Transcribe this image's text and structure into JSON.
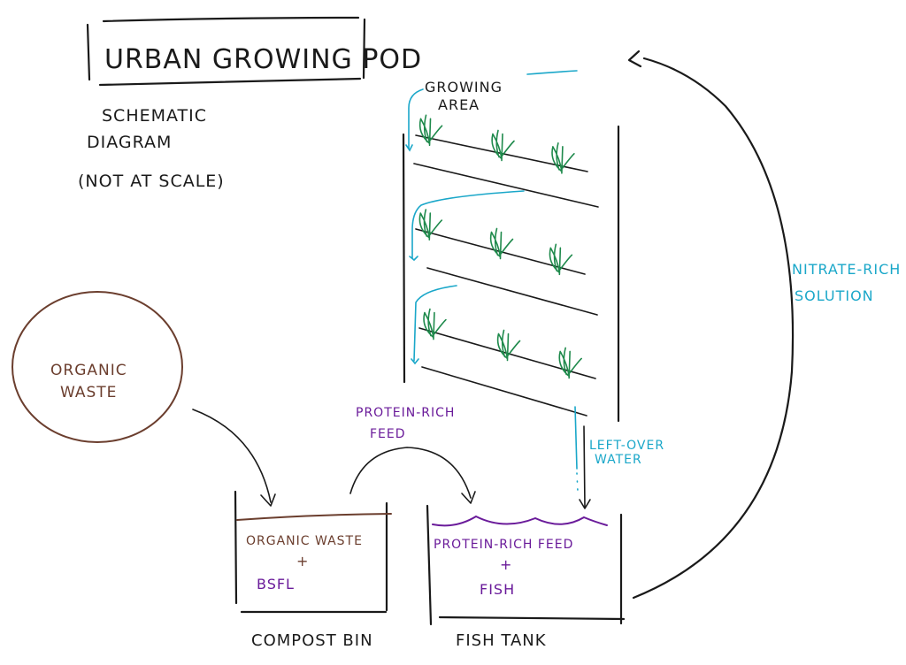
{
  "title": "URBAN GROWING POD",
  "subtitle": {
    "line1": "SCHEMATIC",
    "line2": "DIAGRAM",
    "line3": "(NOT AT SCALE)"
  },
  "colors": {
    "ink": "#1a1a1a",
    "organic": "#6b3e2e",
    "feed": "#6a1b9a",
    "water": "#1aa7c9",
    "plants": "#1f8a4c"
  },
  "growing_area": {
    "label_line1": "GROWING",
    "label_line2": "AREA",
    "tiers": 3,
    "plants_per_tier": 3
  },
  "organic_waste": {
    "line1": "ORGANIC",
    "line2": "WASTE"
  },
  "compost_bin": {
    "label": "COMPOST BIN",
    "content_line1": "ORGANIC WASTE",
    "plus": "+",
    "content_line2": "BSFL"
  },
  "fish_tank": {
    "label": "FISH TANK",
    "content_line1": "PROTEIN-RICH FEED",
    "plus": "+",
    "content_line2": "FISH"
  },
  "flows": {
    "protein_feed_line1": "PROTEIN-RICH",
    "protein_feed_line2": "FEED",
    "leftover_line1": "LEFT-OVER",
    "leftover_line2": "WATER",
    "nitrate_line1": "NITRATE-RICH",
    "nitrate_line2": "SOLUTION"
  }
}
